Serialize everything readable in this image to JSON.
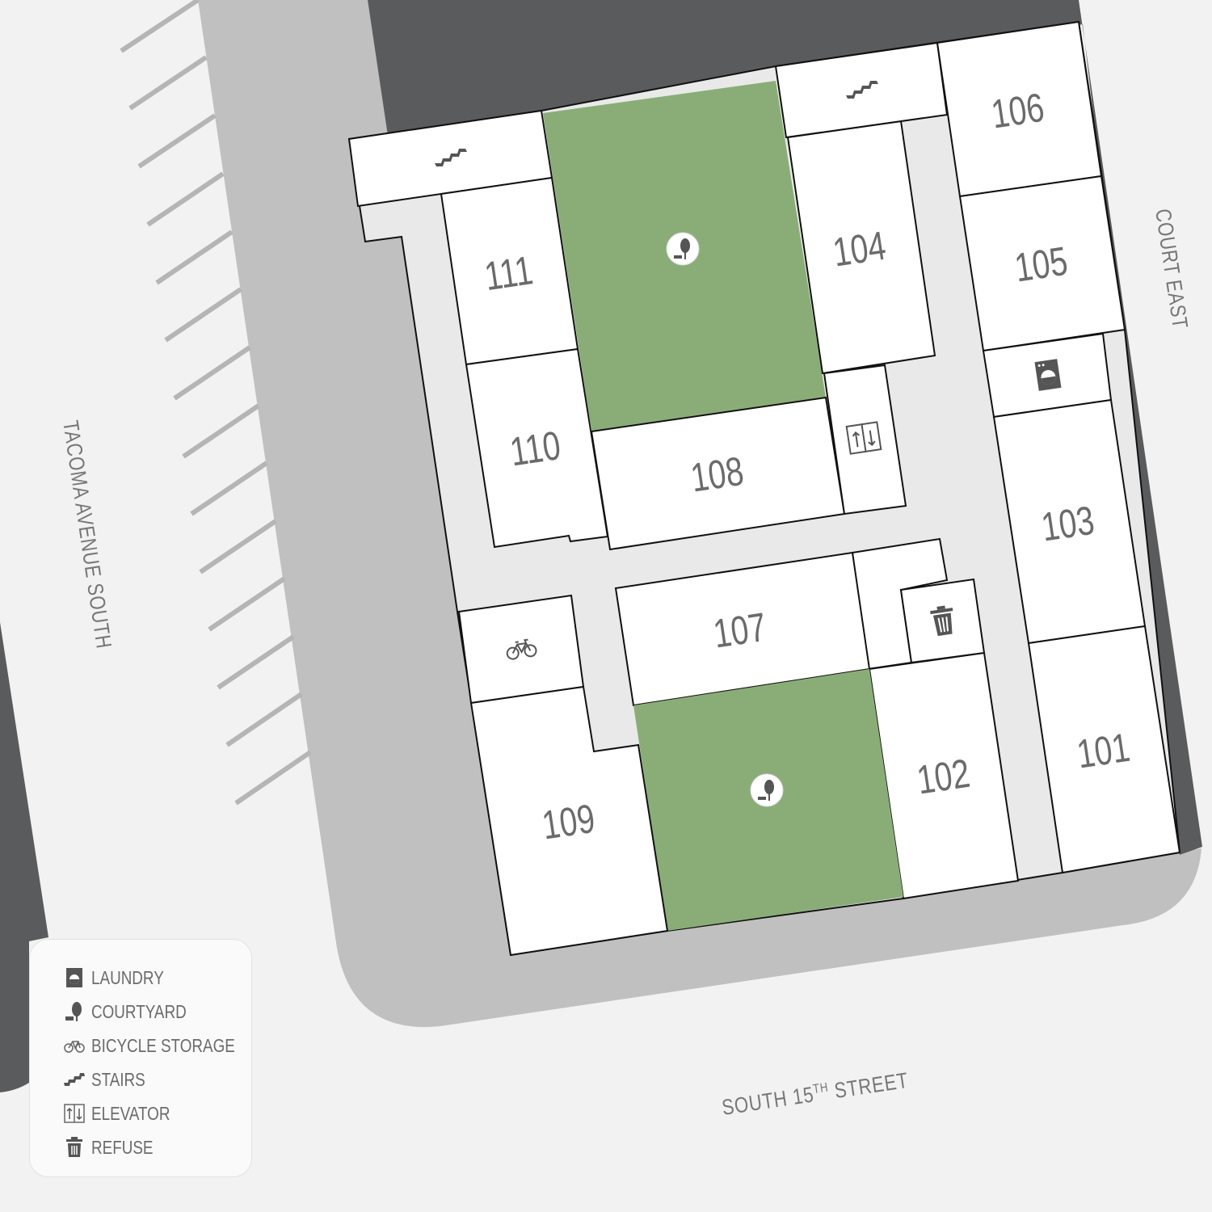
{
  "streets": {
    "west": "TACOMA AVENUE SOUTH",
    "east": "COURT EAST",
    "south_prefix": "SOUTH 15",
    "south_sup": "TH",
    "south_suffix": " STREET"
  },
  "units": {
    "u101": "101",
    "u102": "102",
    "u103": "103",
    "u104": "104",
    "u105": "105",
    "u106": "106",
    "u107": "107",
    "u108": "108",
    "u109": "109",
    "u110": "110",
    "u111": "111"
  },
  "legend": [
    {
      "icon": "laundry-icon",
      "label": "LAUNDRY"
    },
    {
      "icon": "courtyard-icon",
      "label": "COURTYARD"
    },
    {
      "icon": "bicycle-icon",
      "label": "BICYCLE STORAGE"
    },
    {
      "icon": "stairs-icon",
      "label": "STAIRS"
    },
    {
      "icon": "elevator-icon",
      "label": "ELEVATOR"
    },
    {
      "icon": "refuse-icon",
      "label": "REFUSE"
    }
  ],
  "colors": {
    "courtyard": "#8aad78",
    "road": "#c0c0c0",
    "building_shadow": "#5a5b5d",
    "corridor": "#e8e9e8",
    "background": "#f2f2f2"
  }
}
